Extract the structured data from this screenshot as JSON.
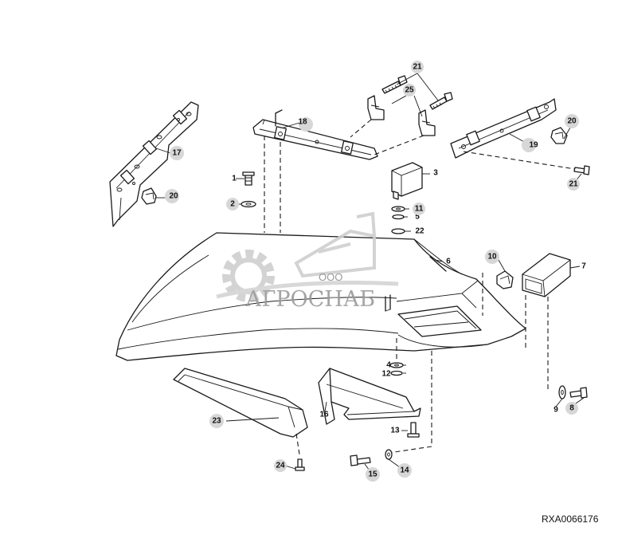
{
  "drawing_code": "RXA0066176",
  "watermark": {
    "company_prefix": "ООО",
    "company_name": "АГРОСНАБ",
    "gear_color": "#cfcfcf",
    "text_color": "#9b9b9b"
  },
  "callouts": [
    "1",
    "2",
    "3",
    "4",
    "5",
    "6",
    "7",
    "8",
    "9",
    "10",
    "11",
    "12",
    "13",
    "14",
    "15",
    "16",
    "17",
    "18",
    "19",
    "20",
    "20",
    "21",
    "21",
    "22",
    "23",
    "24",
    "25"
  ],
  "bubble_color": "#d7d7d7",
  "line_color": "#1a1a1a"
}
